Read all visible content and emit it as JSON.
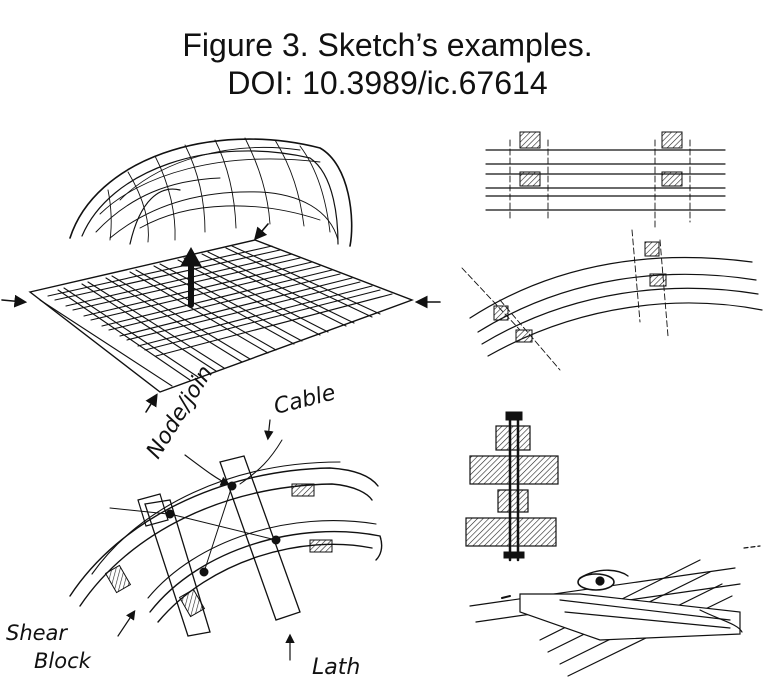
{
  "figure": {
    "caption_line1": "Figure 3. Sketch’s examples.",
    "caption_line2": "DOI: 10.3989/ic.67614"
  },
  "annotations": {
    "node_join": "Node/join",
    "cable": "Cable",
    "shear": "Shear",
    "block": "Block",
    "lath": "Lath"
  },
  "colors": {
    "ink": "#111111",
    "paper": "#ffffff"
  }
}
